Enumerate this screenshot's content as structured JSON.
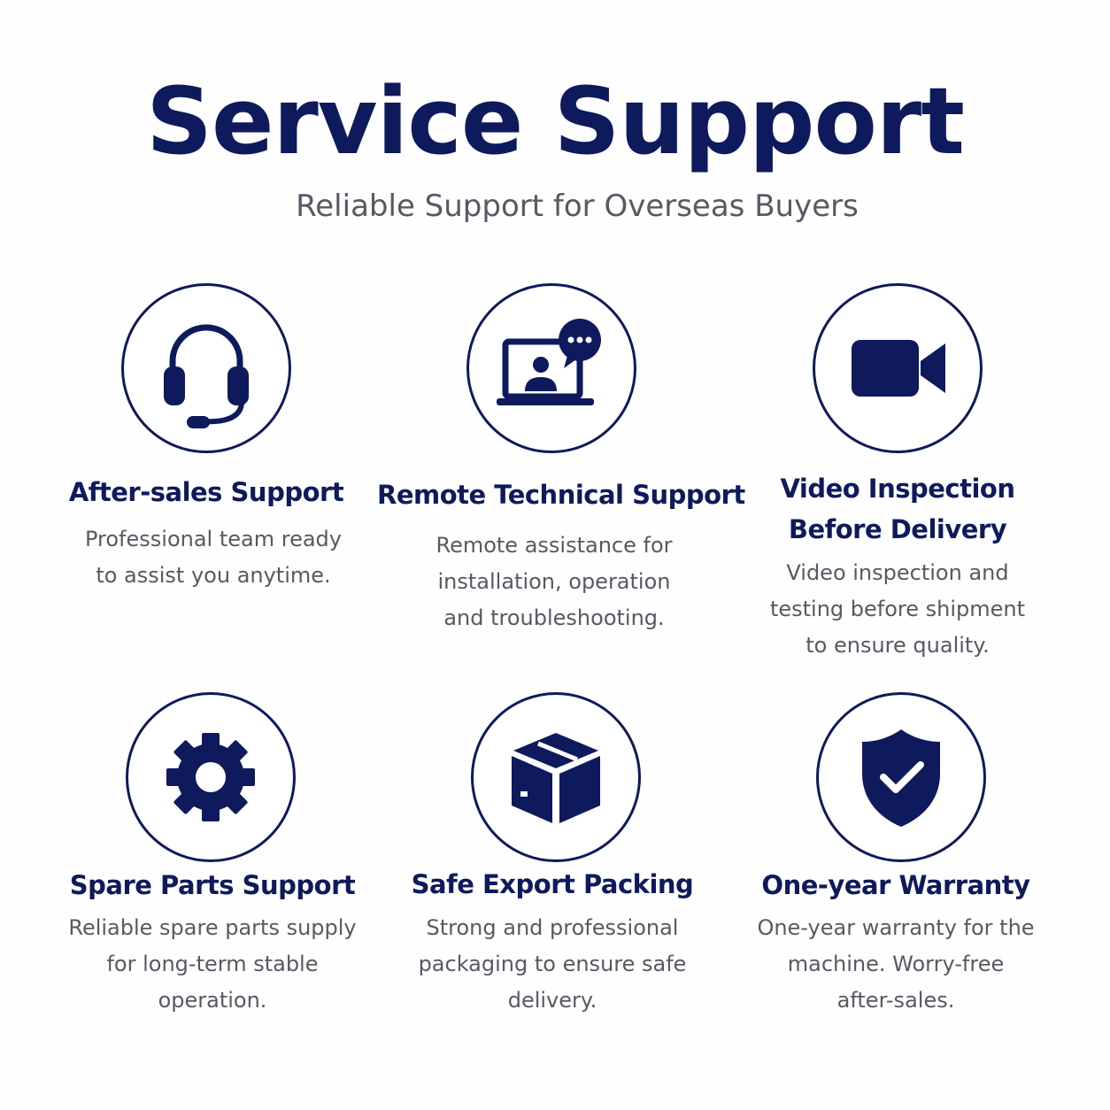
{
  "header": {
    "title": "Service Support",
    "subtitle": "Reliable Support for Overseas Buyers"
  },
  "cards": [
    {
      "icon": "headset-icon",
      "title_lines": [
        "After-sales Support"
      ],
      "desc_lines": [
        "Professional team ready",
        "to assist you anytime."
      ]
    },
    {
      "icon": "laptop-video-chat-icon",
      "title_lines": [
        "Remote Technical Support"
      ],
      "desc_lines": [
        "Remote assistance for",
        "installation, operation",
        "and troubleshooting."
      ]
    },
    {
      "icon": "video-camera-icon",
      "title_lines": [
        "Video Inspection",
        "Before Delivery"
      ],
      "desc_lines": [
        "Video inspection and",
        "testing before shipment",
        "to ensure quality."
      ]
    },
    {
      "icon": "gear-icon",
      "title_lines": [
        "Spare Parts Support"
      ],
      "desc_lines": [
        "Reliable spare parts supply",
        "for long-term stable",
        "operation."
      ]
    },
    {
      "icon": "package-box-icon",
      "title_lines": [
        "Safe Export Packing"
      ],
      "desc_lines": [
        "Strong and professional",
        "packaging to ensure safe",
        "delivery."
      ]
    },
    {
      "icon": "shield-check-icon",
      "title_lines": [
        "One-year Warranty"
      ],
      "desc_lines": [
        "One-year warranty for the",
        "machine. Worry-free",
        "after-sales."
      ]
    }
  ],
  "colors": {
    "navy": "#0e1a5c",
    "body_text": "#555a63",
    "background": "#fefefe"
  }
}
